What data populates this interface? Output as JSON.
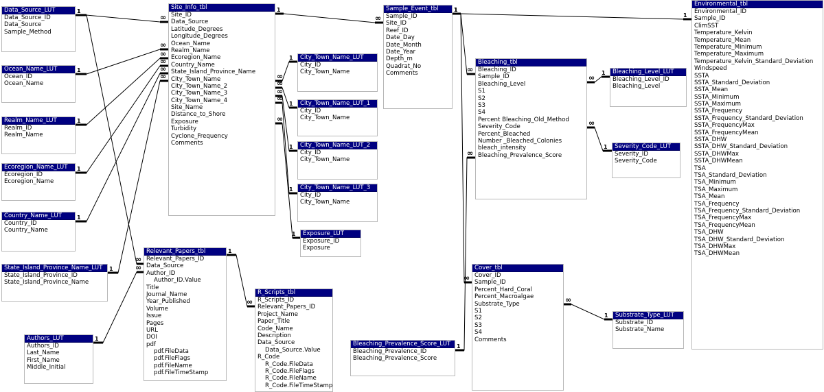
{
  "colors": {
    "header_bg": "#000080",
    "header_text": "#ffffff",
    "line": "#000000",
    "border": "#b8b8b8"
  },
  "tables": {
    "data_source_lut": {
      "title": "Data_Source_LUT",
      "fields": [
        "Data_Source_ID",
        "Data_Source",
        "Sample_Method"
      ]
    },
    "ocean_name_lut": {
      "title": "Ocean_Name_LUT",
      "fields": [
        "Ocean_ID",
        "Ocean_Name"
      ]
    },
    "realm_name_lut": {
      "title": "Realm_Name_LUT",
      "fields": [
        "Realm_ID",
        "Realm_Name"
      ]
    },
    "ecoregion_name_lut": {
      "title": "Ecoregion_Name_LUT",
      "fields": [
        "Ecoregion_ID",
        "Ecoregion_Name"
      ]
    },
    "country_name_lut": {
      "title": "Country_Name_LUT",
      "fields": [
        "Country_ID",
        "Country_Name"
      ]
    },
    "state_island_province_name_lut": {
      "title": "State_Island_Province_Name_LUT",
      "fields": [
        "State_Island_Province_ID",
        "State_Island_Province_Name"
      ]
    },
    "authors_lut": {
      "title": "Authors_LUT",
      "fields": [
        "Authors_ID",
        "Last_Name",
        "First_Name",
        "Middle_Initial"
      ]
    },
    "site_info_tbl": {
      "title": "Site_Info_tbl",
      "fields": [
        "Site_ID",
        "Data_Source",
        "Latitude_Degrees",
        "Longitude_Degrees",
        "Ocean_Name",
        "Realm_Name",
        "Ecoregion_Name",
        "Country_Name",
        "State_Island_Province_Name",
        "City_Town_Name",
        "City_Town_Name_2",
        "City_Town_Name_3",
        "City_Town_Name_4",
        "Site_Name",
        "Distance_to_Shore",
        "Exposure",
        "Turbidity",
        "Cyclone_Frequency",
        "Comments"
      ]
    },
    "relevant_papers_tbl": {
      "title": "Relevant_Papers_tbl",
      "fields": [
        "Relevant_Papers_ID",
        "Data_Source",
        "Author_ID",
        "Author_ID.Value",
        "Title",
        "Journal_Name",
        "Year_Published",
        "Volume",
        "Issue",
        "Pages",
        "URL",
        "DOI",
        "pdf",
        "pdf.FileData",
        "pdf.FileFlags",
        "pdf.FileName",
        "pdf.FileTimeStamp"
      ]
    },
    "r_scripts_tbl": {
      "title": "R_Scripts_tbl",
      "fields": [
        "R_Scripts_ID",
        "Relevant_Papers_ID",
        "Project_Name",
        "Paper_Title",
        "Code_Name",
        "Description",
        "Data_Source",
        "Data_Source.Value",
        "R_Code",
        "R_Code.FileData",
        "R_Code.FileFlags",
        "R_Code.FileName",
        "R_Code.FileTimeStamp"
      ]
    },
    "city_town_name_lut": {
      "title": "City_Town_Name_LUT",
      "fields": [
        "City_ID",
        "City_Town_Name"
      ]
    },
    "city_town_name_lut_1": {
      "title": "City_Town_Name_LUT_1",
      "fields": [
        "City_ID",
        "City_Town_Name"
      ]
    },
    "city_town_name_lut_2": {
      "title": "City_Town_Name_LUT_2",
      "fields": [
        "City_ID",
        "City_Town_Name"
      ]
    },
    "city_town_name_lut_3": {
      "title": "City_Town_Name_LUT_3",
      "fields": [
        "City_ID",
        "City_Town_Name"
      ]
    },
    "exposure_lut": {
      "title": "Exposure_LUT",
      "fields": [
        "Exposure_ID",
        "Exposure"
      ]
    },
    "sample_event_tbl": {
      "title": "Sample_Event_tbl",
      "fields": [
        "Sample_ID",
        "Site_ID",
        "Reef_ID",
        "Date_Day",
        "Date_Month",
        "Date_Year",
        "Depth_m",
        "Quadrat_No",
        "Comments"
      ]
    },
    "bleaching_tbl": {
      "title": "Bleaching_tbl",
      "fields": [
        "Bleaching_ID",
        "Sample_ID",
        "Bleaching_Level",
        "S1",
        "S2",
        "S3",
        "S4",
        "Percent Bleaching_Old_Method",
        "Severity_Code",
        "Percent_Bleached",
        "Number _Bleached_Colonies",
        "bleach_intensity",
        "Bleaching_Prevalence_Score"
      ]
    },
    "bleaching_prevalence_score_lut": {
      "title": "Bleaching_Prevalence_Score_LUT",
      "fields": [
        "Bleaching_Prevalence_ID",
        "Bleaching_Prevalence_Score"
      ]
    },
    "cover_tbl": {
      "title": "Cover_tbl",
      "fields": [
        "Cover_ID",
        "Sample_ID",
        "Percent_Hard_Coral",
        "Percent_Macroalgae",
        "Substrate_Type",
        "S1",
        "S2",
        "S3",
        "S4",
        "Comments"
      ]
    },
    "bleaching_level_lut": {
      "title": "Bleaching_Level_LUT",
      "fields": [
        "Bleaching_Level_ID",
        "Bleaching_Level"
      ]
    },
    "severity_code_lut": {
      "title": "Severity_Code_LUT",
      "fields": [
        "Severity_ID",
        "Severity_Code"
      ]
    },
    "substrate_type_lut": {
      "title": "Substrate_Type_LUT",
      "fields": [
        "Substrate_ID",
        "Substrate_Name"
      ]
    },
    "environmental_tbl": {
      "title": "Environmental_tbl",
      "fields": [
        "Environmental_ID",
        "Sample_ID",
        "ClimSST",
        "Temperature_Kelvin",
        "Temperature_Mean",
        "Temperature_Minimum",
        "Temperature_Maximum",
        "Temperature_Kelvin_Standard_Deviation",
        "Windspeed",
        "SSTA",
        "SSTA_Standard_Deviation",
        "SSTA_Mean",
        "SSTA_Minimum",
        "SSTA_Maximum",
        "SSTA_Frequency",
        "SSTA_Frequency_Standard_Deviation",
        "SSTA_FrequencyMax",
        "SSTA_FrequencyMean",
        "SSTA_DHW",
        "SSTA_DHW_Standard_Deviation",
        "SSTA_DHWMax",
        "SSTA_DHWMean",
        "TSA",
        "TSA_Standard_Deviation",
        "TSA_Minimum",
        "TSA_Maximum",
        "TSA_Mean",
        "TSA_Frequency",
        "TSA_Frequency_Standard_Deviation",
        "TSA_FrequencyMax",
        "TSA_FrequencyMean",
        "TSA_DHW",
        "TSA_DHW_Standard_Deviation",
        "TSA_DHWMax",
        "TSA_DHWMean"
      ]
    }
  },
  "relationship_labels": {
    "one": "1",
    "many": "∞"
  }
}
